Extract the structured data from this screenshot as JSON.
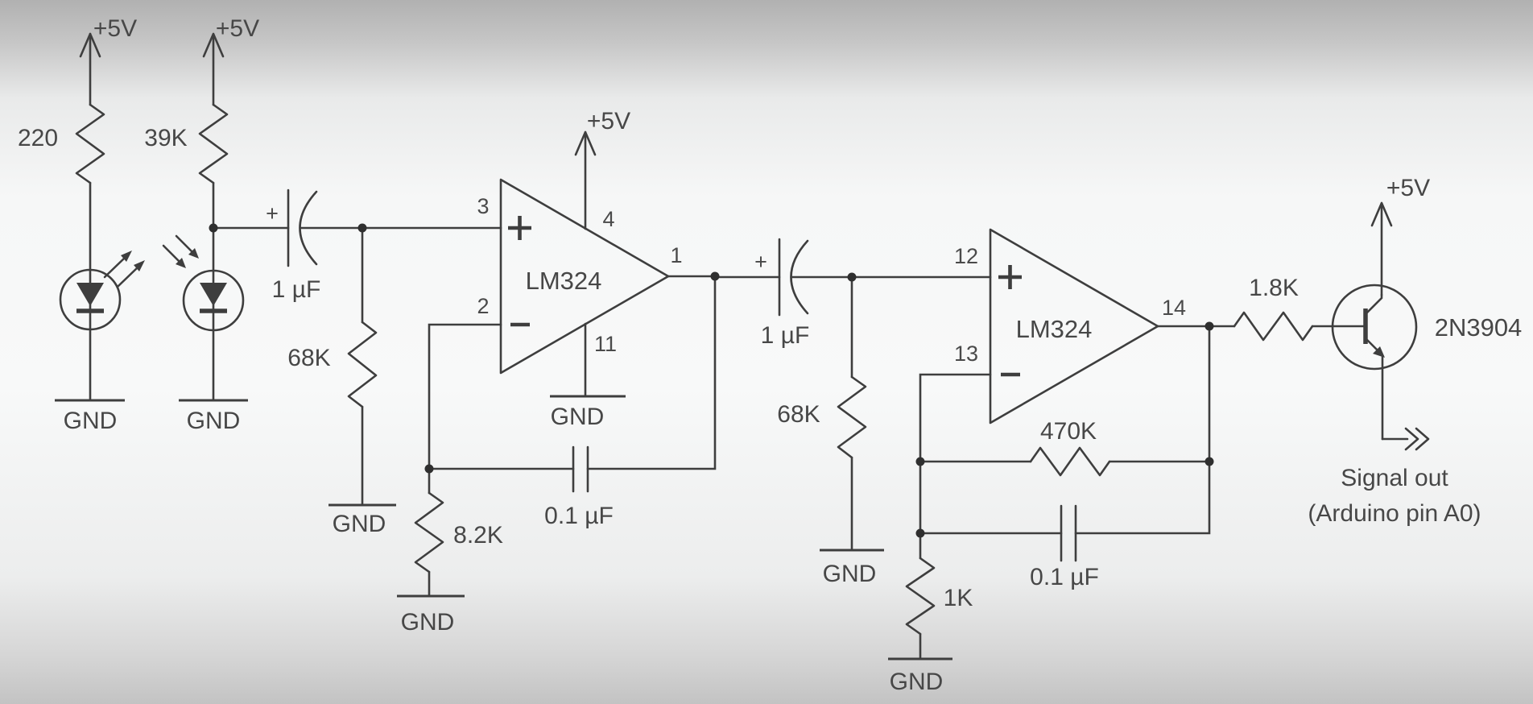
{
  "schematic": {
    "power": {
      "vcc": "+5V",
      "gnd": "GND"
    },
    "resistors": {
      "r_led": "220",
      "r_photo": "39K",
      "r_bias1": "68K",
      "r_gain1": "8.2K",
      "r_bias2": "68K",
      "r_fb2": "470K",
      "r_gain2": "1K",
      "r_base": "1.8K"
    },
    "capacitors": {
      "c_in1": "1 µF",
      "c_fb1": "0.1 µF",
      "c_in2": "1 µF",
      "c_fb2": "0.1 µF",
      "plus": "+"
    },
    "opamp1": {
      "part": "LM324",
      "pin_noninv": "3",
      "pin_inv": "2",
      "pin_vcc": "4",
      "pin_gnd": "11",
      "pin_out": "1"
    },
    "opamp2": {
      "part": "LM324",
      "pin_noninv": "12",
      "pin_inv": "13",
      "pin_out": "14"
    },
    "transistor": {
      "part": "2N3904"
    },
    "output": {
      "line1": "Signal out",
      "line2": "(Arduino pin A0)"
    }
  }
}
